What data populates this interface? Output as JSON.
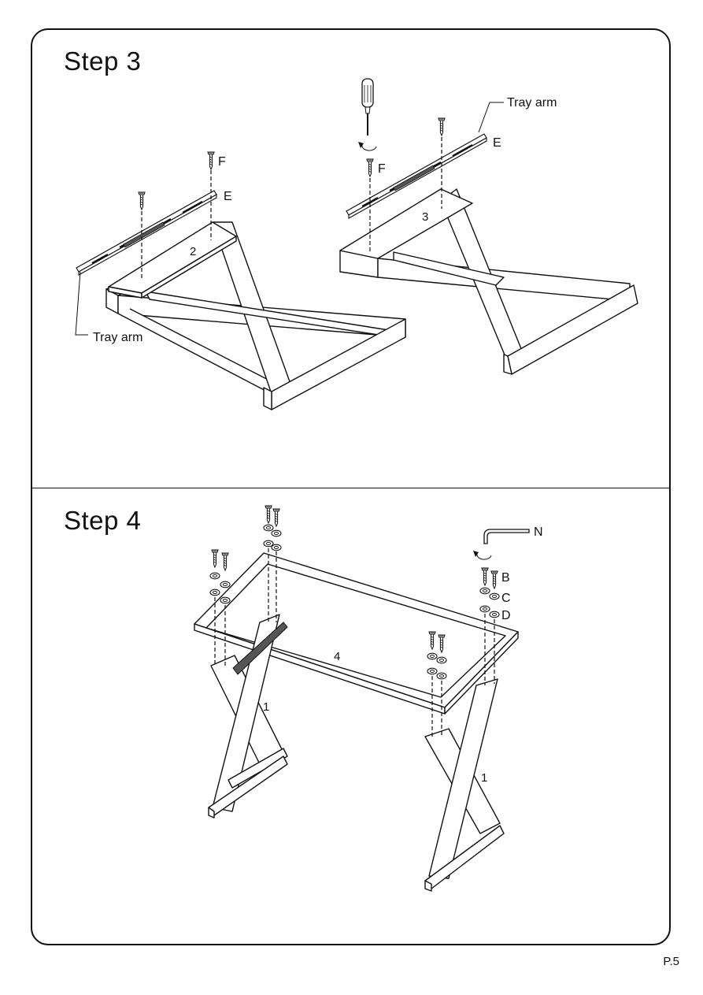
{
  "step3": {
    "title": "Step  3",
    "labels": {
      "tray_arm_left": "Tray arm",
      "tray_arm_right": "Tray arm",
      "screw_f_left": "F",
      "screw_f_right": "F",
      "rail_e_left": "E",
      "rail_e_right": "E",
      "part_left": "2",
      "part_right": "3"
    },
    "icons": [
      "screwdriver-icon",
      "rotate-arrow-icon",
      "screw-icon",
      "tray-rail-icon"
    ]
  },
  "step4": {
    "title": "Step  4",
    "labels": {
      "hex_key": "N",
      "bolt": "B",
      "lock_washer": "C",
      "flat_washer": "D",
      "frame_part": "4",
      "leg_left": "1",
      "leg_right": "1"
    },
    "icons": [
      "hex-key-icon",
      "rotate-arrow-icon",
      "bolt-icon",
      "washer-icon"
    ]
  },
  "page": {
    "number": "P.5"
  }
}
